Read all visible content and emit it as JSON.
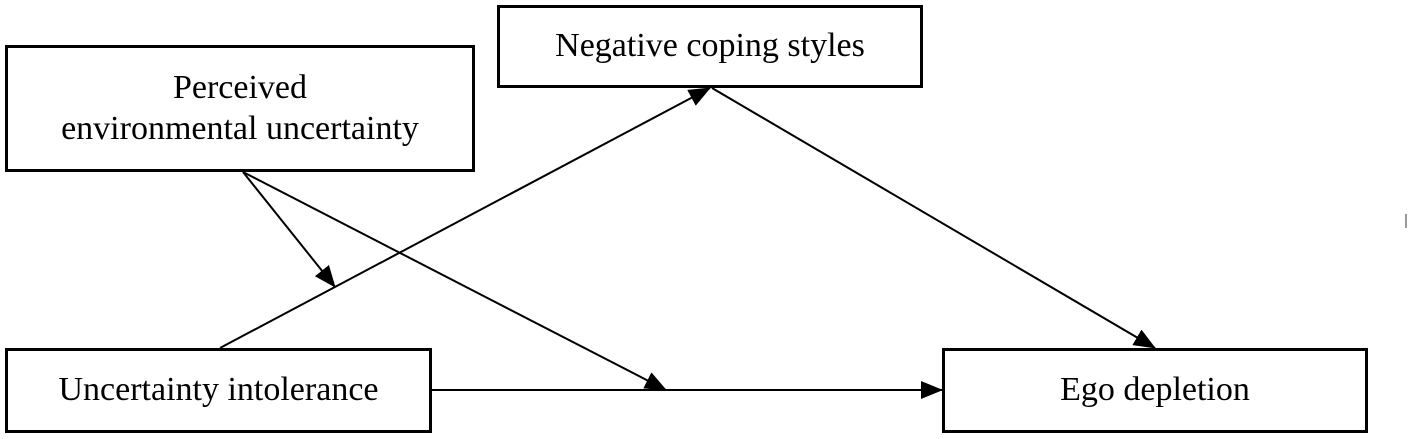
{
  "nodes": {
    "perceived": {
      "line1": "Perceived",
      "line2": "environmental uncertainty"
    },
    "negative_coping": {
      "label": "Negative coping styles"
    },
    "uncertainty_intolerance": {
      "label": "Uncertainty intolerance"
    },
    "ego_depletion": {
      "label": "Ego depletion"
    }
  },
  "colors": {
    "stroke": "#000000",
    "background": "#ffffff"
  }
}
